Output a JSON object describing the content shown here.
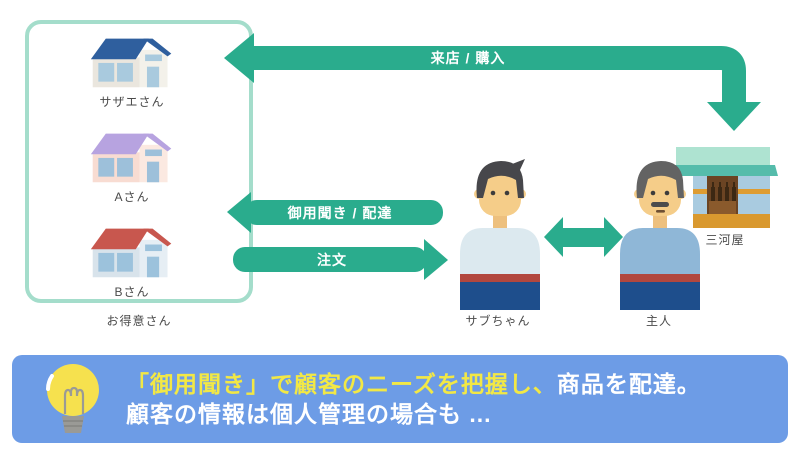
{
  "diagram": {
    "left_box": {
      "caption": "お得意さん",
      "border_color": "#a4ddcb",
      "houses": [
        {
          "label": "サザエさん",
          "roof": "#2f5f9e",
          "wall": "#eae6de",
          "wall2": "#f3f1ea",
          "window": "#a9cade"
        },
        {
          "label": "Aさん",
          "roof": "#b7a3e0",
          "wall": "#f8dcd2",
          "wall2": "#fbe9e1",
          "window": "#9dc0da"
        },
        {
          "label": "Bさん",
          "roof": "#c8574e",
          "wall": "#d8e3eb",
          "wall2": "#e6eef4",
          "window": "#9cc2dc"
        }
      ]
    },
    "arrows": {
      "color": "#2aac8d",
      "top_label": "来店 / 購入",
      "visit_label": "御用聞き / 配達",
      "order_label": "注文"
    },
    "people": [
      {
        "name": "サブちゃん",
        "shirt": "#dce9ef",
        "hair": "#47474b"
      },
      {
        "name": "主人",
        "shirt": "#8fb7d7",
        "hair": "#636363"
      }
    ],
    "shop": {
      "label": "三河屋"
    }
  },
  "banner": {
    "bg_color": "#6d9ce6",
    "highlight_color": "#f2e845",
    "text_color": "#ffffff",
    "icon": "lightbulb-icon",
    "line1_highlight": "「御用聞き」で顧客のニーズを把握し、",
    "line1_rest": "商品を配達。",
    "line2": "顧客の情報は個人管理の場合も ..."
  }
}
